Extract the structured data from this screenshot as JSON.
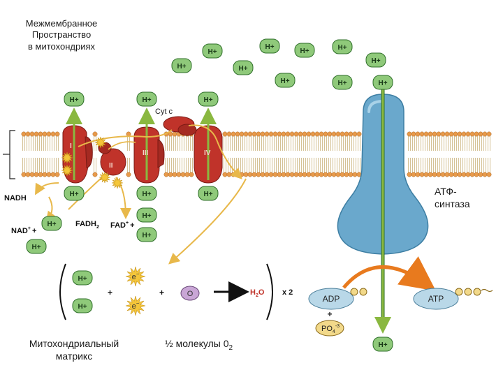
{
  "labels": {
    "intermembrane": [
      "Межмембранное",
      "Пространство",
      "в митохондриях"
    ],
    "matrix": [
      "Митохондриальный",
      "матрикс"
    ],
    "atp_synthase": [
      "АТФ-",
      "синтаза"
    ],
    "half_o2": "½ молекулы 0",
    "half_o2_sub": "2",
    "cyt_c": "Cyt c"
  },
  "proton": "H+",
  "complexes": [
    "I",
    "II",
    "III",
    "IV"
  ],
  "molecules": {
    "nadh": "NADH",
    "nad": "NAD",
    "fadh2": "FADH",
    "fadh2_sub": "2",
    "fad": "FAD",
    "adp": "ADP",
    "atp": "ATP",
    "po4": "PO",
    "po4_sup": "-3",
    "po4_sub": "4",
    "water": "H",
    "water_sub": "2",
    "water_o": "O",
    "electron": "e",
    "oxygen": "O"
  },
  "symbols": {
    "plus": "+",
    "times2": "x 2",
    "sup_plus": "+",
    "sup_minus": "−"
  },
  "colors": {
    "proton_fill": "#8fc97a",
    "proton_stroke": "#2f6f2a",
    "complex_red": "#c0332a",
    "atp_synthase_blue": "#6aa8cc",
    "membrane_head": "#e89a4a",
    "arrow_yellow": "#e8b84a",
    "arrow_orange": "#e87a1e",
    "green_arrow": "#8ab840",
    "adp_fill": "#b9d8e8",
    "po4_fill": "#f2d98a",
    "oxygen_fill": "#c9a6d6",
    "star_fill": "#f4c63a"
  }
}
